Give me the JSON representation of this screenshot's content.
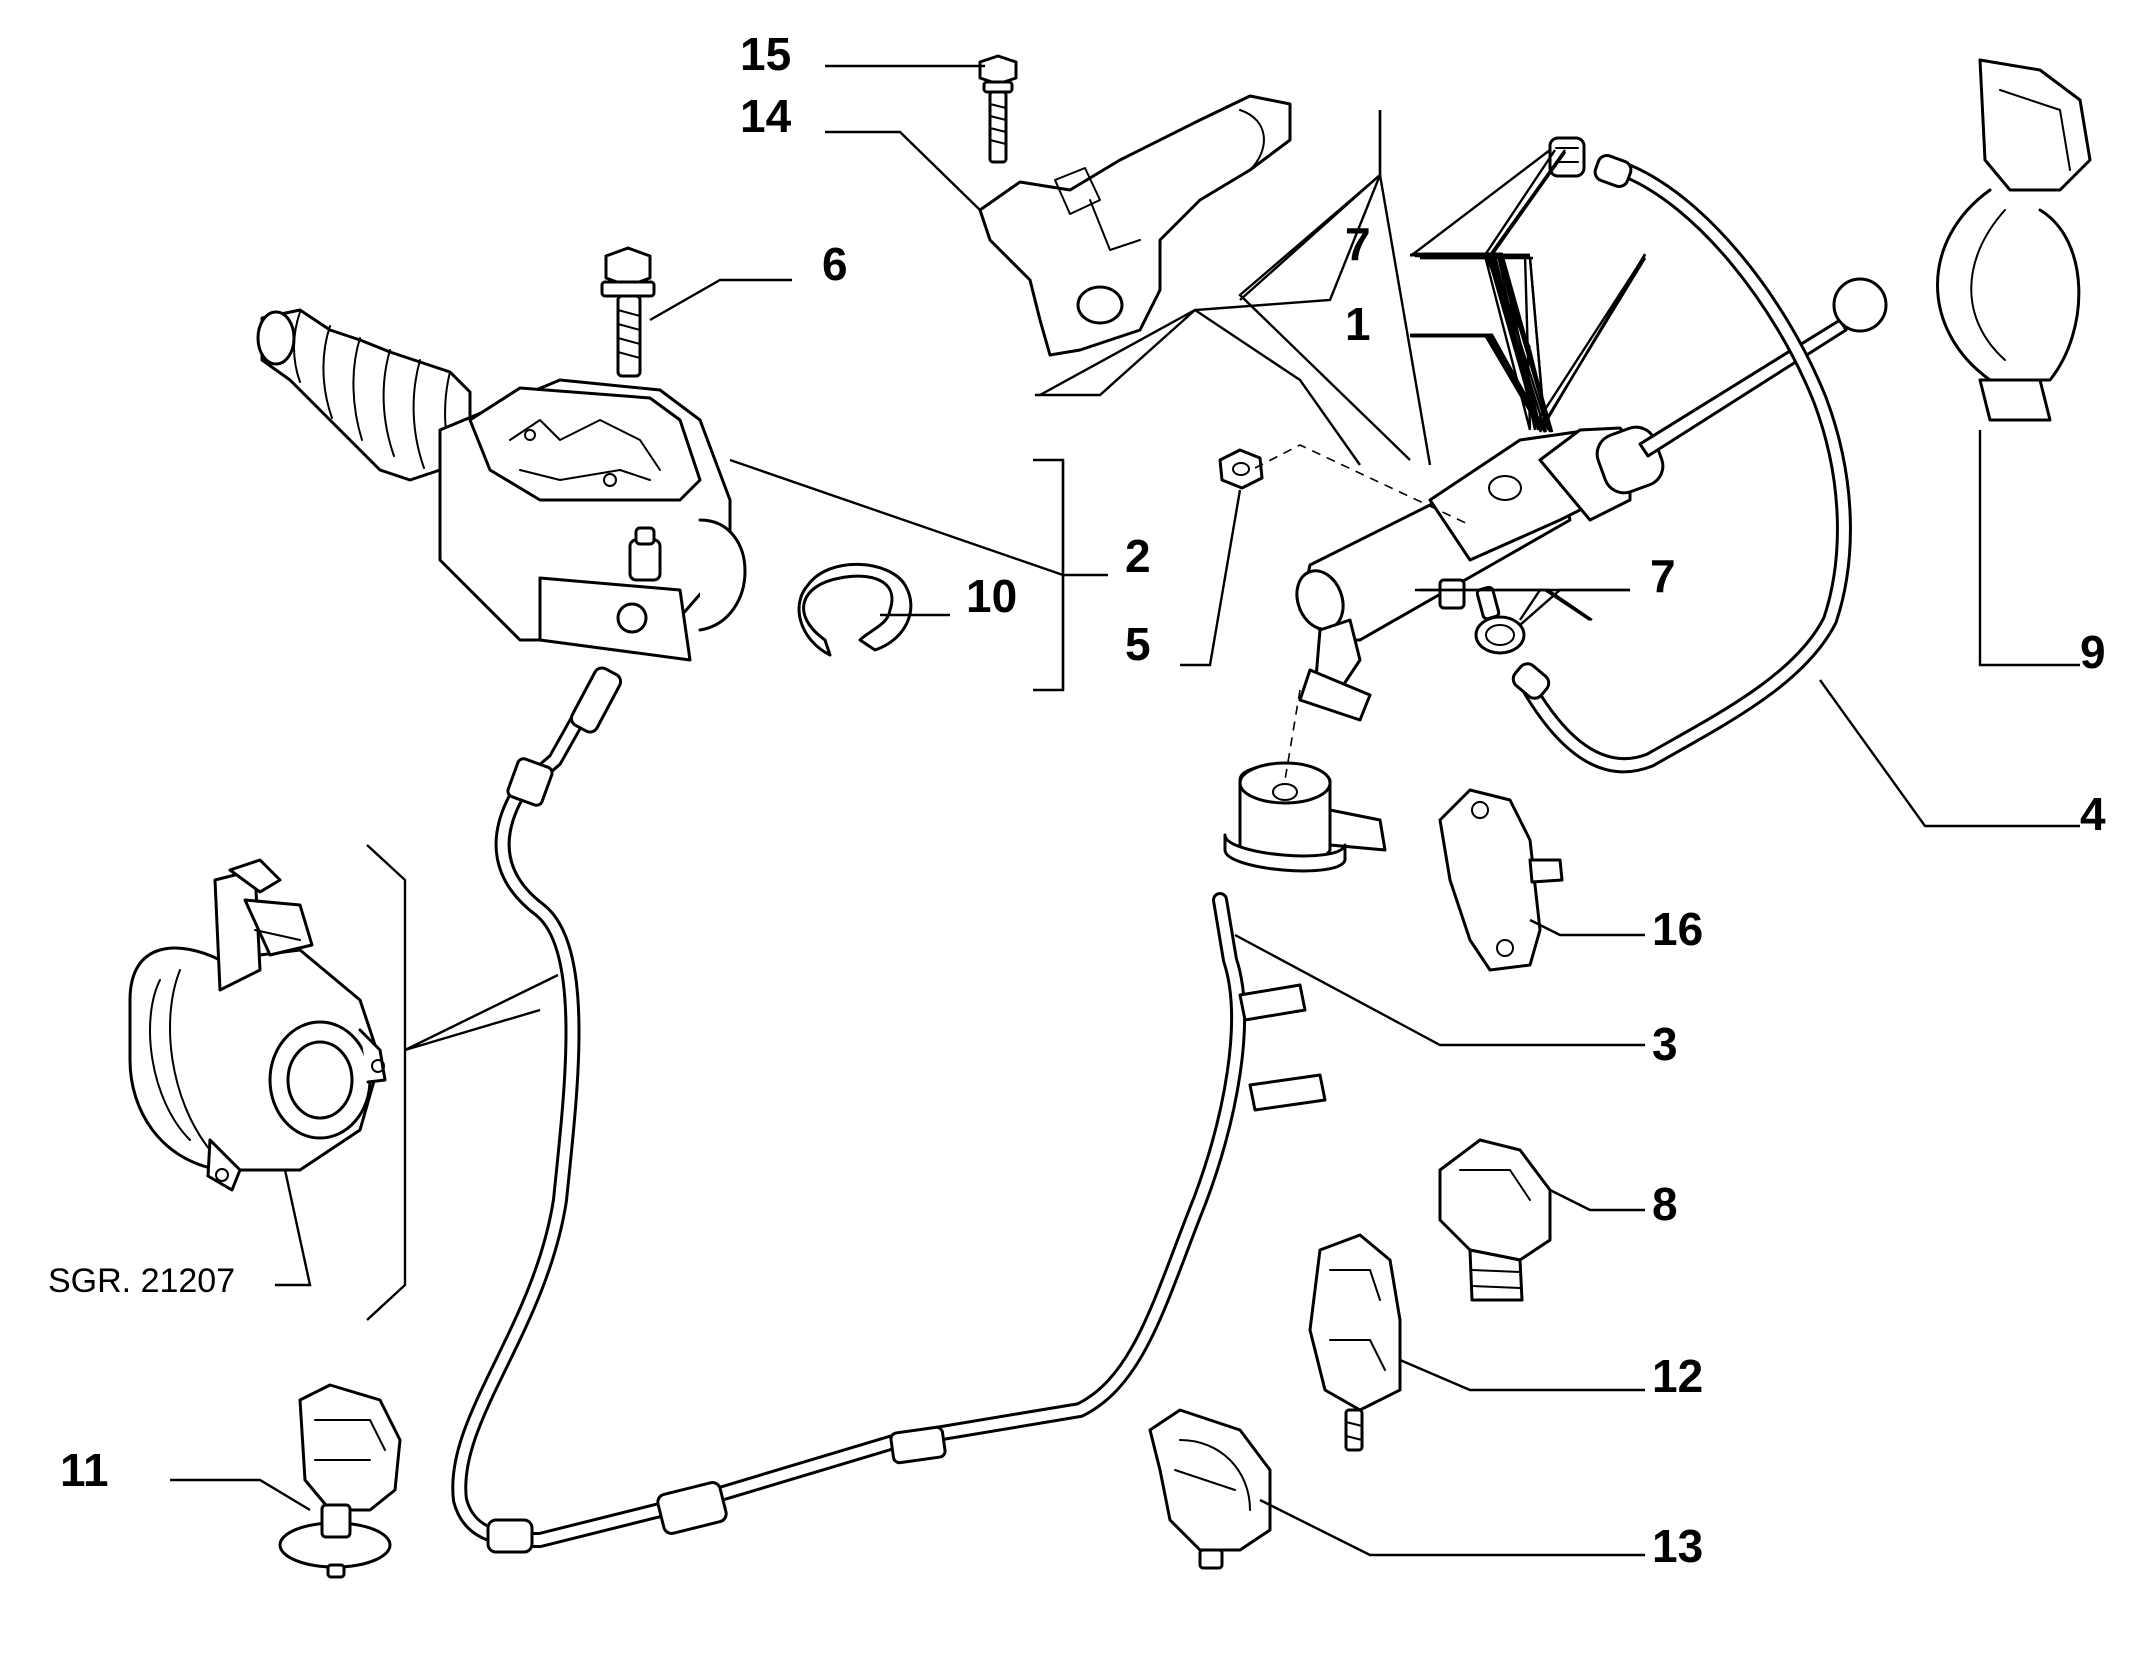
{
  "callouts": {
    "c1": "1",
    "c2": "2",
    "c3": "3",
    "c4": "4",
    "c5": "5",
    "c6": "6",
    "c7a": "7",
    "c7b": "7",
    "c8": "8",
    "c9": "9",
    "c10": "10",
    "c11": "11",
    "c12": "12",
    "c13": "13",
    "c14": "14",
    "c15": "15",
    "c16": "16"
  },
  "reference": "SGR. 21207"
}
